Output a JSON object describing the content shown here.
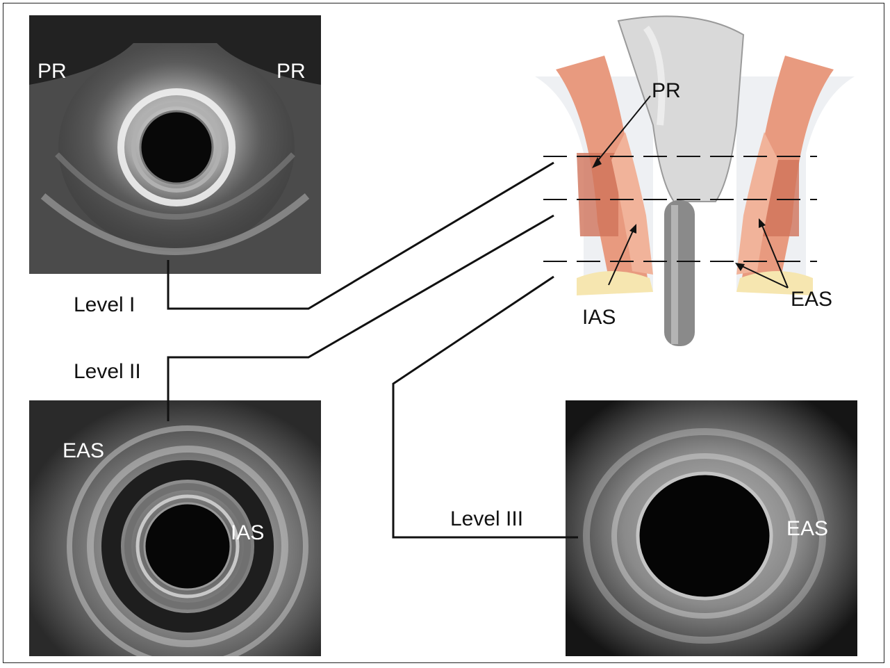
{
  "panels": {
    "level1": {
      "label_left": "PR",
      "label_right": "PR"
    },
    "level2": {
      "label_eas": "EAS",
      "label_ias": "IAS"
    },
    "level3": {
      "label_eas": "EAS"
    }
  },
  "anatomy": {
    "label_pr": "PR",
    "label_ias": "IAS",
    "label_eas": "EAS"
  },
  "levels": {
    "one": "Level I",
    "two": "Level II",
    "three": "Level III"
  },
  "colors": {
    "muscle": "#e89a7f",
    "muscle_dark": "#d0735a",
    "fat": "#f6e6b0",
    "probe": "#8a8a8a",
    "rectum": "#d9d9d9"
  }
}
